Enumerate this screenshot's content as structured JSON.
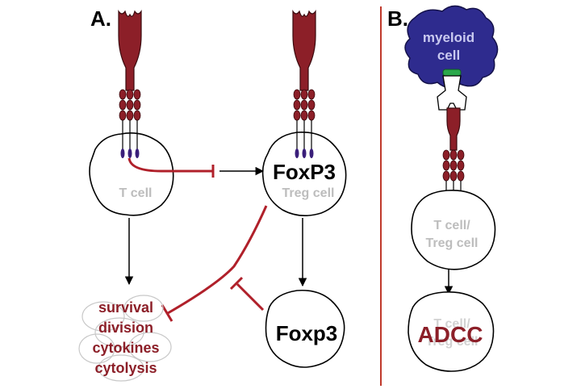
{
  "panel_a": {
    "label": "A.",
    "t_cell": "T cell",
    "treg_foxp3": "FoxP3",
    "treg_cell": "Treg cell",
    "foxp3_bottom": "Foxp3",
    "effects": [
      "survival",
      "division",
      "cytokines",
      "cytolysis"
    ]
  },
  "panel_b": {
    "label": "B.",
    "myeloid_line1": "myeloid",
    "myeloid_line2": "cell",
    "tcell_line1": "T cell/",
    "tcell_line2": "Treg cell",
    "adcc": "ADCC",
    "ghost_line1": "T cell/",
    "ghost_line2": "Treg cell"
  },
  "colors": {
    "receptor": "#8c1f28",
    "inhibition": "#b0202a",
    "myeloid": "#2e2b8e",
    "fc_receptor": "#2aa84a",
    "divider": "#c0392b"
  }
}
